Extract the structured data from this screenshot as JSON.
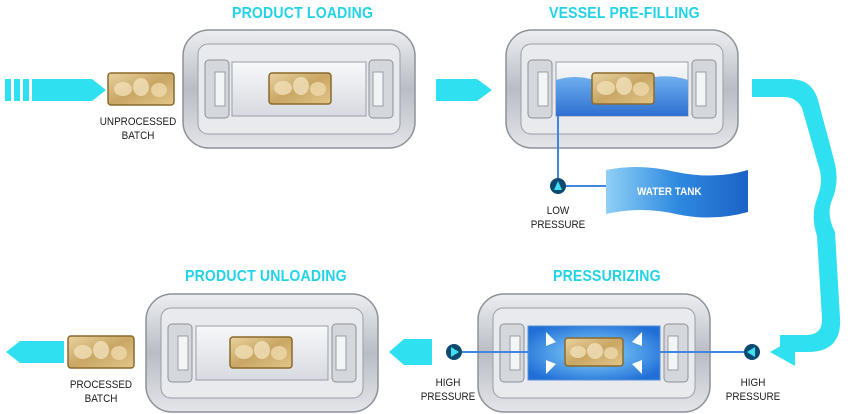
{
  "stages": {
    "loading": {
      "title": "PRODUCT LOADING"
    },
    "prefilling": {
      "title": "VESSEL PRE-FILLING"
    },
    "pressurizing": {
      "title": "PRESSURIZING"
    },
    "unloading": {
      "title": "PRODUCT UNLOADING"
    }
  },
  "labels": {
    "unprocessed": [
      "UNPROCESSED",
      "BATCH"
    ],
    "processed": [
      "PROCESSED",
      "BATCH"
    ],
    "low_pressure": [
      "LOW",
      "PRESSURE"
    ],
    "high_pressure_left": [
      "HIGH",
      "PRESSURE"
    ],
    "high_pressure_right": [
      "HIGH",
      "PRESSURE"
    ],
    "water_tank": "WATER TANK"
  },
  "colors": {
    "flow_arrow": "#2ee0f0",
    "title_text": "#22d3e6",
    "water": "#3f86e0",
    "pump": "#0c4a6e",
    "vessel_frame": "#c9ccd2"
  }
}
